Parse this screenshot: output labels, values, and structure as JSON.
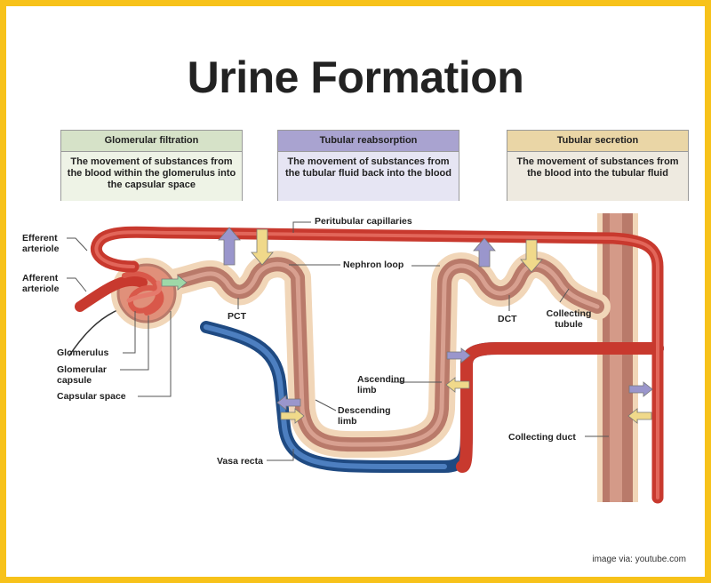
{
  "title": "Urine Formation",
  "boxes": [
    {
      "heading": "Glomerular filtration",
      "text": "The movement of substances from the blood within the glomerulus into the capsular space",
      "header_color": "#d6e2c8",
      "body_color": "#eef3e6"
    },
    {
      "heading": "Tubular reabsorption",
      "text": "The movement of substances from the tubular fluid back into the blood",
      "header_color": "#a9a3d0",
      "body_color": "#e6e5f3"
    },
    {
      "heading": "Tubular secretion",
      "text": "The movement of substances from the blood into the tubular fluid",
      "header_color": "#ead6a6",
      "body_color": "#eeeae0"
    }
  ],
  "labels": {
    "efferent": "Efferent arteriole",
    "afferent": "Afferent arteriole",
    "glomerulus": "Glomerulus",
    "glomerular_capsule": "Glomerular capsule",
    "capsular_space": "Capsular space",
    "pct": "PCT",
    "peritubular": "Peritubular capillaries",
    "nephron_loop": "Nephron loop",
    "dct": "DCT",
    "collecting_tubule": "Collecting tubule",
    "ascending": "Ascending limb",
    "descending": "Descending limb",
    "vasa_recta": "Vasa recta",
    "collecting_duct": "Collecting duct"
  },
  "credit": "image via: youtube.com",
  "colors": {
    "border": "#f7c21a",
    "blood": "#c8392e",
    "vasa": "#2f5e9c",
    "tubule": "#b97a6a",
    "halo": "#f1d6b8",
    "reabsorb": "#9a96cc",
    "secrete": "#f0d98a",
    "filtrate": "#9ed8a8"
  }
}
